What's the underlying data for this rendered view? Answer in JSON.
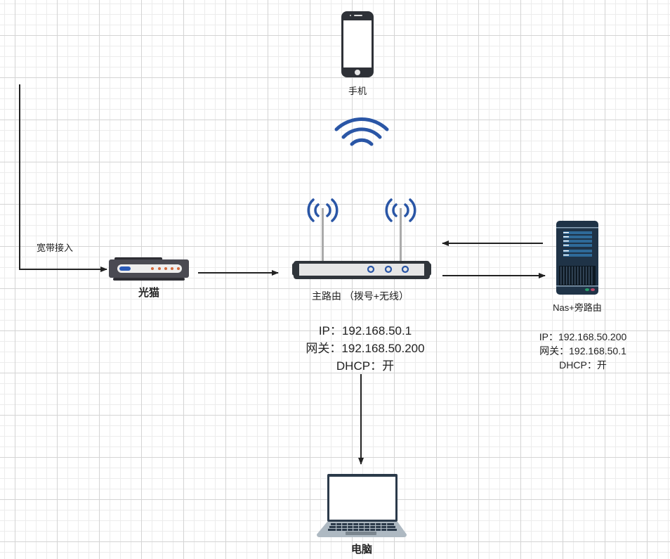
{
  "nodes": {
    "phone": {
      "label": "手机",
      "icon": "smartphone-icon"
    },
    "wifi": {
      "icon": "wifi-signal-icon"
    },
    "modem": {
      "label": "光猫",
      "icon": "optical-modem-icon"
    },
    "main_router": {
      "label": "主路由 （拨号+无线）",
      "icon": "wireless-router-icon"
    },
    "nas": {
      "label": "Nas+旁路由",
      "icon": "server-tower-icon"
    },
    "pc": {
      "label": "电脑",
      "icon": "laptop-icon"
    }
  },
  "edges": {
    "broadband": {
      "label": "宽带接入",
      "from": "external",
      "to": "modem"
    },
    "modem_to_router": {
      "from": "modem",
      "to": "main_router"
    },
    "nas_to_router": {
      "from": "nas",
      "to": "main_router"
    },
    "router_to_nas": {
      "from": "main_router",
      "to": "nas"
    },
    "router_to_pc": {
      "from": "main_router",
      "to": "pc"
    }
  },
  "main_router_info": {
    "ip": "IP：192.168.50.1",
    "gateway": "网关：192.168.50.200",
    "dhcp": "DHCP：开"
  },
  "nas_info": {
    "ip": "IP：192.168.50.200",
    "gateway": "网关：192.168.50.1",
    "dhcp": "DHCP：开"
  },
  "colors": {
    "line": "#222222",
    "signal_blue": "#2a56a6",
    "device_dark": "#30353b",
    "modem_body": "#4a4a52",
    "modem_led": "#d2693c",
    "server_body": "#1f3347",
    "server_panel": "#2e6a99"
  }
}
